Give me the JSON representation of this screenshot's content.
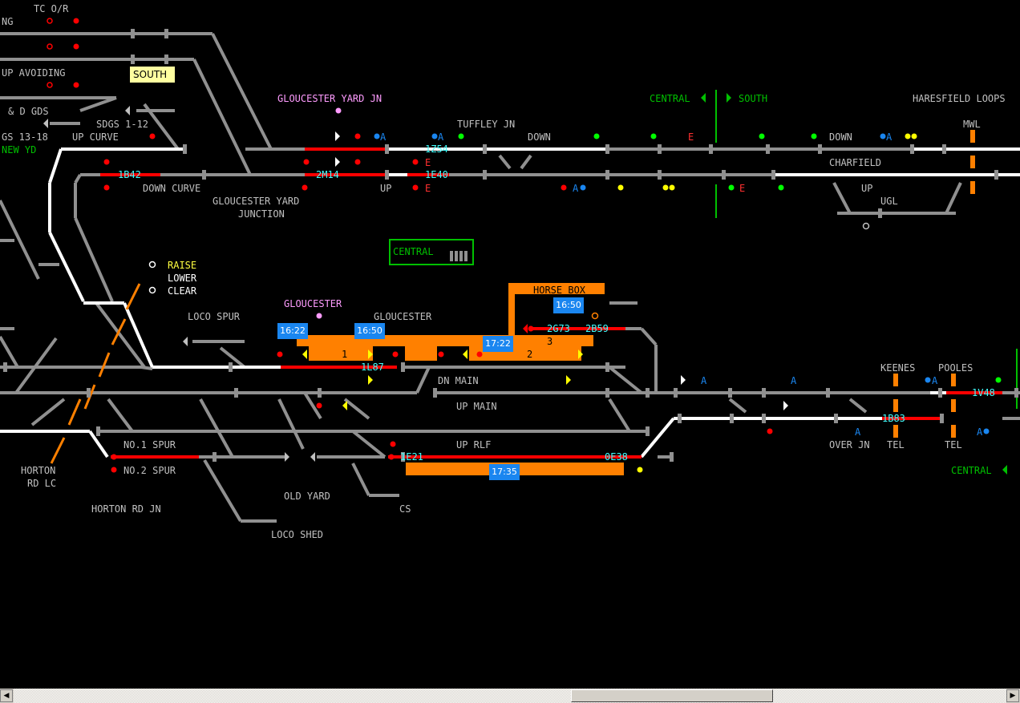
{
  "window": {
    "type": "signalling-panel"
  },
  "colors": {
    "track_unoccupied": "#909090",
    "track_routed": "#ffffff",
    "track_occupied": "#ff0000",
    "platform": "#ff8000",
    "headcode": "#40ffff",
    "label": "#c0c0c0",
    "boundary": "#00c000",
    "junction_name": "#ff9cff",
    "timer_box": "#1a86f0"
  },
  "labels": {
    "tc_or": "TC O/R",
    "ng": "NG",
    "up_avoiding": "UP AVOIDING",
    "d_gds": "& D GDS",
    "sdgs_1_12": "SDGS 1-12",
    "gs_13_18": "GS 13-18",
    "up_curve": "UP CURVE",
    "new_yd": "NEW YD",
    "down_curve": "DOWN CURVE",
    "gloucester_yard_junction_1": "GLOUCESTER YARD",
    "gloucester_yard_junction_2": "JUNCTION",
    "gloucester_yard_jn": "GLOUCESTER YARD JN",
    "tuffley_jn": "TUFFLEY JN",
    "down_1": "DOWN",
    "down_2": "DOWN",
    "up_1": "UP",
    "up_2": "UP",
    "central_1": "CENTRAL",
    "south_1": "SOUTH",
    "haresfield_loops": "HARESFIELD LOOPS",
    "mwl": "MWL",
    "charfield": "CHARFIELD",
    "ugl": "UGL",
    "raise": "RAISE",
    "lower": "LOWER",
    "clear": "CLEAR",
    "loco_spur": "LOCO SPUR",
    "gloucester_pink": "GLOUCESTER",
    "gloucester_grey": "GLOUCESTER",
    "horse_box": "HORSE BOX",
    "dn_main": "DN MAIN",
    "up_main": "UP MAIN",
    "up_rlf": "UP RLF",
    "no1_spur": "NO.1 SPUR",
    "no2_spur": "NO.2 SPUR",
    "old_yard": "OLD YARD",
    "cs": "CS",
    "loco_shed": "LOCO SHED",
    "horton_rd_lc_1": "HORTON",
    "horton_rd_lc_2": "RD LC",
    "horton_rd_jn": "HORTON RD JN",
    "keenes": "KEENES",
    "pooles": "POOLES",
    "over_jn": "OVER JN",
    "tel_1": "TEL",
    "tel_2": "TEL",
    "central_2": "CENTRAL"
  },
  "buttons": {
    "south_button": "SOUTH",
    "central_panel": "CENTRAL"
  },
  "headcodes": {
    "h1B42": "1B42",
    "h2M14": "2M14",
    "h1Z54": "1Z54",
    "h1E40": "1E40",
    "h1L87": "1L87",
    "h2G73": "2G73",
    "h2B59": "2B59",
    "h1E21": "1E21",
    "h0E38": "0E38",
    "h1B83": "1B83",
    "h1V48": "1V48"
  },
  "timers": {
    "t1": "16:22",
    "t2": "16:50",
    "t3": "16:50",
    "t4": "17:22",
    "t5": "17:35"
  },
  "platforms": {
    "p1": "1",
    "p2": "2",
    "p3": "3"
  },
  "signal_letters": {
    "a": "A",
    "e": "E"
  }
}
